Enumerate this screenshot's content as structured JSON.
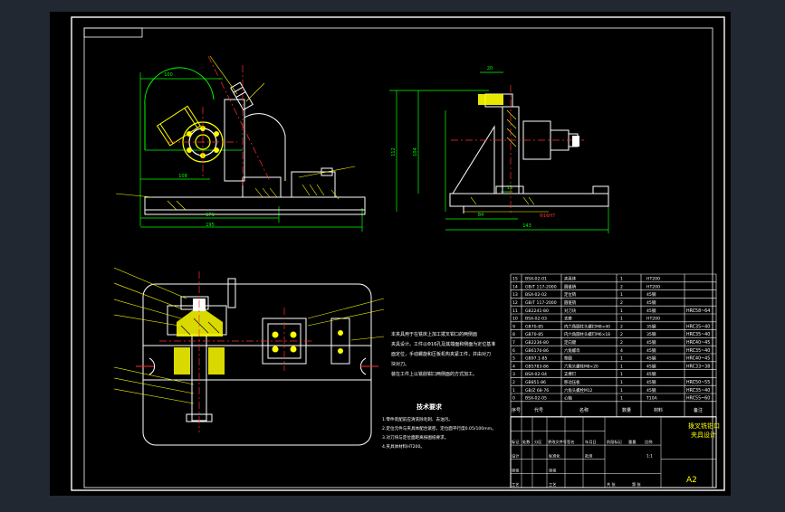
{
  "colors": {
    "background": "#212831",
    "paper": "#000000",
    "frame": "#ffffff",
    "geometry": "#ffffff",
    "dimension": "#00ff00",
    "center_line": "#ff3030",
    "leader": "#ffff00",
    "hatch": "#ffff00",
    "accent": "#ffff00",
    "magenta": "#ff33ff",
    "cyan": "#00ffff"
  },
  "dimensions": {
    "front_view": [
      "100",
      "108",
      "171",
      "195"
    ],
    "side_view": [
      "20",
      "112",
      "104",
      "13",
      "84",
      "143"
    ]
  },
  "notes": {
    "description": [
      "本夹具用于在铣床上加工拨叉钳口的两侧面",
      "夹具设计。工件以Φ16孔及其端面和侧面为定位基准",
      "面定位，手动螺旋和压板机构夹紧工件，并由对刀",
      "块对刀。",
      "装在工件上以铣削钳口两侧面的方式加工。"
    ],
    "tech_req_title": "技术要求",
    "tech_req": [
      "1.零件装配前应清洗除毛刺、去油污。",
      "2.定位元件与夹具体配合紧密，定位面平行度0.05/100mm。",
      "3.对刀块与定位面距离按图纸要求。",
      "4.夹具体材料HT200。"
    ]
  },
  "parts_table": {
    "rows": [
      {
        "no": "15",
        "code": "BSX-02-01",
        "name": "夹具体",
        "qty": "1",
        "material": "HT200",
        "note": ""
      },
      {
        "no": "14",
        "code": "GB/T 117-2000",
        "name": "圆锥销",
        "qty": "2",
        "material": "HT200",
        "note": ""
      },
      {
        "no": "13",
        "code": "BSX-02-02",
        "name": "定位销",
        "qty": "1",
        "material": "45钢",
        "note": ""
      },
      {
        "no": "12",
        "code": "GB/T 117-2000",
        "name": "圆锥销",
        "qty": "2",
        "material": "45钢",
        "note": ""
      },
      {
        "no": "11",
        "code": "GB2241-80",
        "name": "对刀块",
        "qty": "1",
        "material": "45钢",
        "note": "HRC58~64"
      },
      {
        "no": "10",
        "code": "BSX-02-03",
        "name": "支座",
        "qty": "1",
        "material": "HT200",
        "note": ""
      },
      {
        "no": "9",
        "code": "GB70-85",
        "name": "内六角圆柱头螺钉M8×40",
        "qty": "2",
        "material": "35钢",
        "note": "HRC35~40"
      },
      {
        "no": "8",
        "code": "GB70-85",
        "name": "内六角圆柱头螺钉M6×18",
        "qty": "2",
        "material": "35钢",
        "note": "HRC35~40"
      },
      {
        "no": "7",
        "code": "GB2236-80",
        "name": "定向键",
        "qty": "2",
        "material": "45钢",
        "note": "HRC40~45"
      },
      {
        "no": "6",
        "code": "GB6170-86",
        "name": "六角螺母",
        "qty": "4",
        "material": "45钢",
        "note": "HRC35~40"
      },
      {
        "no": "5",
        "code": "GB97.1-85",
        "name": "垫圈",
        "qty": "1",
        "material": "45钢",
        "note": "HRC40~45"
      },
      {
        "no": "4",
        "code": "GB5783-86",
        "name": "六角头螺栓M8×20",
        "qty": "1",
        "material": "45钢",
        "note": "HRC33~38"
      },
      {
        "no": "3",
        "code": "BSX-02-04",
        "name": "支撑钉",
        "qty": "1",
        "material": "45钢",
        "note": ""
      },
      {
        "no": "2",
        "code": "GB851-86",
        "name": "移动压板",
        "qty": "1",
        "material": "45钢",
        "note": "HRC50~55"
      },
      {
        "no": "1",
        "code": "GB/Z 68-76",
        "name": "六角头螺栓M12",
        "qty": "1",
        "material": "45钢",
        "note": "HRC35~40"
      },
      {
        "no": "0",
        "code": "BSX-02-05",
        "name": "心轴",
        "qty": "1",
        "material": "T10A",
        "note": "HRC55~60"
      }
    ],
    "header": {
      "no": "序号",
      "code": "代号",
      "name": "名称",
      "qty": "数量",
      "material": "材料",
      "note": "备注"
    }
  },
  "title_block": {
    "title_line1": "拨叉铣钳口",
    "title_line2": "夹具设计",
    "size": "A2",
    "cells": {
      "mark": "标记",
      "count": "处数",
      "zone": "分区",
      "change_doc": "更改文件号",
      "sign": "签名",
      "date": "年月日",
      "design": "设计",
      "standardize": "标准化",
      "review": "审核",
      "process": "工艺",
      "approve": "批准",
      "stage": "阶段标记",
      "weight": "重量",
      "scale": "比例",
      "scale_value": "1:1",
      "sheet_total": "共 张",
      "sheet_no": "第 张"
    }
  }
}
